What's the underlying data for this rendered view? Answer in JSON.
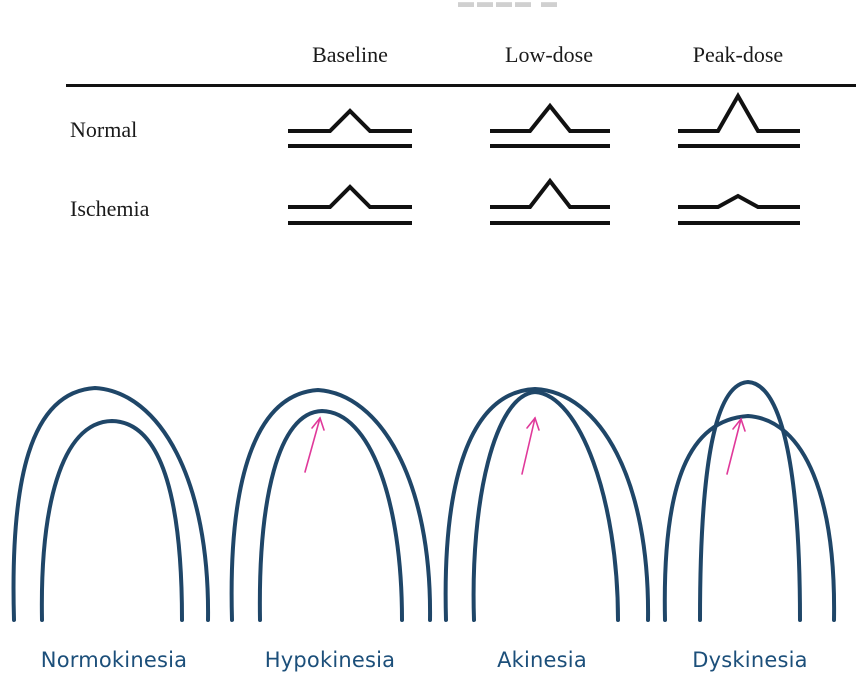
{
  "table": {
    "columns": [
      "Baseline",
      "Low-dose",
      "Peak-dose"
    ],
    "rows": [
      {
        "label": "Normal",
        "peaks": [
          "normal",
          "normal",
          "augmented"
        ]
      },
      {
        "label": "Ischemia",
        "peaks": [
          "normal",
          "normal",
          "reduced"
        ]
      }
    ]
  },
  "wall_motion": {
    "labels": [
      "Normokinesia",
      "Hypokinesia",
      "Akinesia",
      "Dyskinesia"
    ]
  },
  "colors": {
    "line": "#111111",
    "arch": "#1f4668",
    "caption": "#1c4f7a",
    "arrow": "#e0399a"
  }
}
